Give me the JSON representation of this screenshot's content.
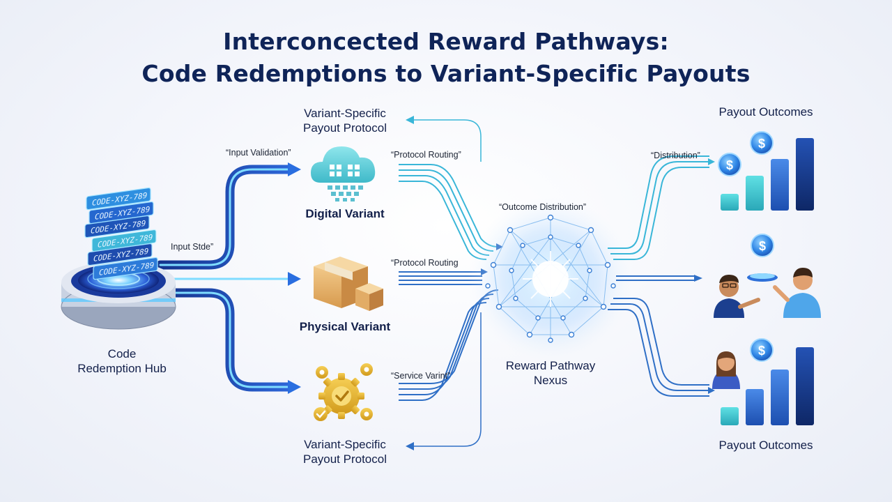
{
  "title": {
    "line1": "Interconcected Reward Pathways:",
    "line2": "Code Redemptions to Variant-Specific Payouts"
  },
  "hub": {
    "label_line1": "Code",
    "label_line2": "Redemption Hub",
    "codes": [
      "CODE-XYZ-789",
      "CODE-XYZ-789",
      "CODE-XYZ-789",
      "CODE-XYZ-789",
      "CODE-XYZ-789",
      "CODE-XYZ-789"
    ],
    "icon": "server-hub-icon"
  },
  "annotations": {
    "input_validation": "“Input Validation”",
    "input_stage": "Input Stde”",
    "protocol_routing_top": "“Protocol Routing”",
    "protocol_routing_mid": "“Protocol Routing",
    "service_variant": "“Service Varint”",
    "outcome_distribution": "“Outcome Distribution”",
    "distribution": "“Distribution”"
  },
  "variants": {
    "digital": {
      "label": "Digital Variant",
      "icon": "cloud-data-icon"
    },
    "physical": {
      "label": "Physical Variant",
      "icon": "package-boxes-icon"
    },
    "service": {
      "icon": "gear-check-icon"
    }
  },
  "protocols": {
    "top": {
      "line1": "Variant-Specific",
      "line2": "Payout Protocol"
    },
    "bottom": {
      "line1": "Variant-Specific",
      "line2": "Payout Protocol"
    }
  },
  "nexus": {
    "label_line1": "Reward Pathway",
    "label_line2": "Nexus",
    "icon": "network-nexus-icon"
  },
  "outcomes": {
    "top_label": "Payout Outcomes",
    "bottom_label": "Payout Outcomes",
    "top_icon": "bar-chart-coins-icon",
    "middle_icon": "people-exchange-icon",
    "bottom_icon": "person-bar-chart-icon"
  },
  "colors": {
    "title": "#0f2458",
    "pipe_dark": "#1e49b8",
    "pipe_glow": "#54c8ff",
    "flow_light": "#39b6d8",
    "flow_dark": "#2f6fc6",
    "bar_cyan": "#3fc4cf",
    "bar_blue": "#2a5fc4",
    "bar_navy": "#15337e",
    "gold": "#e3ad2a",
    "coin": "#2d8cf0"
  }
}
